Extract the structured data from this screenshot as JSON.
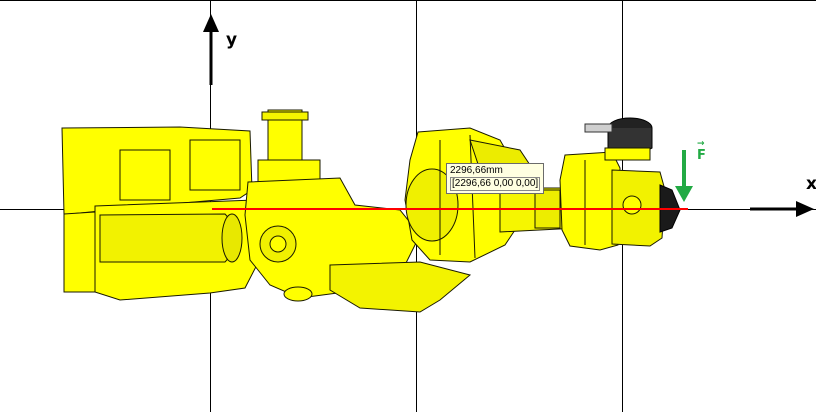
{
  "viewport": {
    "background": "#ffffff",
    "grid_color": "#000000",
    "model_color": "#ffff00",
    "measure_line_color": "#ff0000",
    "force_color": "#22aa44"
  },
  "axes": {
    "y_label": "y",
    "x_label": "x"
  },
  "force": {
    "label": "F"
  },
  "measurement": {
    "distance": "2296,66mm",
    "vector": "[2296,66 0,00 0,00]"
  },
  "icons": {
    "y_axis_arrow": "arrow-up-icon",
    "x_axis_arrow": "arrow-right-icon",
    "force_arrow": "arrow-down-icon"
  }
}
